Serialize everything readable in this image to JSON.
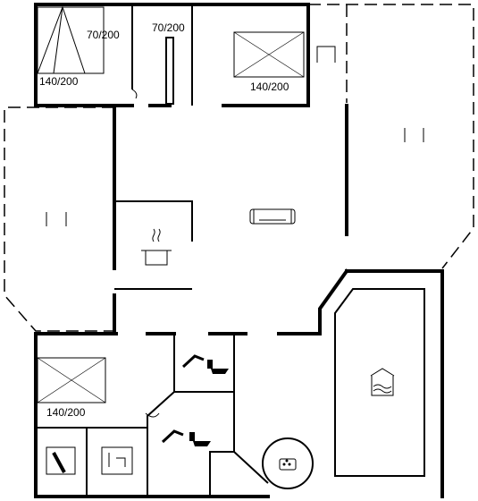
{
  "plan": {
    "beds": {
      "bed_top_left_single": "70/200",
      "bed_top_left_double": "140/200",
      "bed_top_middle_single": "70/200",
      "bed_top_right_double": "140/200",
      "bed_bottom_left_double": "140/200"
    },
    "icons": [
      "stove-pot-icon",
      "sofa-icon",
      "pool-icon",
      "toilet-shower-icon",
      "washing-machine-icon",
      "sauna-icon",
      "spa-icon"
    ]
  }
}
